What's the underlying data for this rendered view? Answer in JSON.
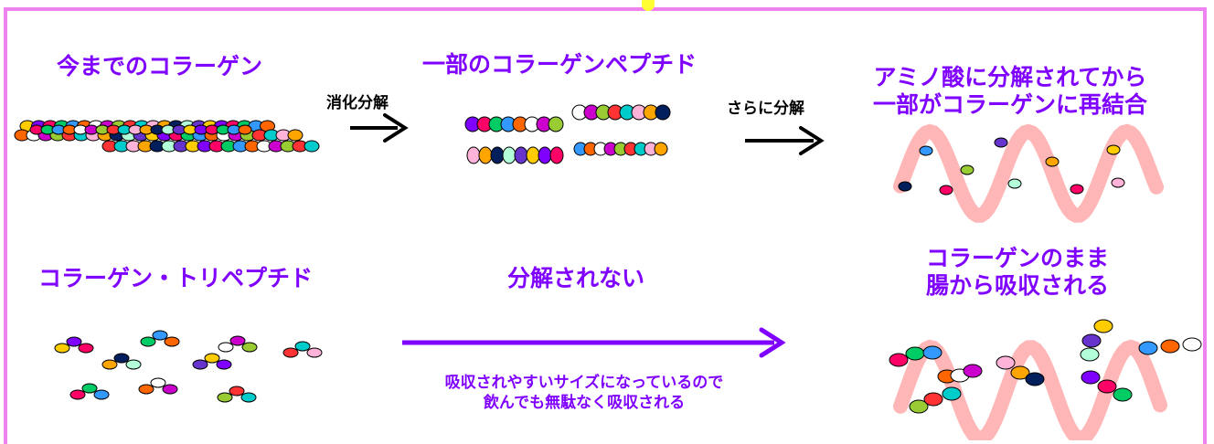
{
  "top_row": {
    "conventional_title": "今までのコラーゲン",
    "arrow1_label": "消化分解",
    "partial_title": "一部のコラーゲンペプチド",
    "arrow2_label": "さらに分解",
    "amino_title_line1": "アミノ酸に分解されてから",
    "amino_title_line2": "一部がコラーゲンに再結合"
  },
  "bottom_row": {
    "tripeptide_title": "コラーゲン・トリペプチド",
    "arrow_label": "分解されない",
    "note_line1": "吸収されやすいサイズになっているので",
    "note_line2": "飲んでも無駄なく吸収される",
    "absorbed_line1": "コラーゲンのまま",
    "absorbed_line2": "腸から吸収される"
  },
  "colors": {
    "border": "#ee82ee",
    "title": "#7f00ff",
    "wave": "#ffb6b6"
  }
}
